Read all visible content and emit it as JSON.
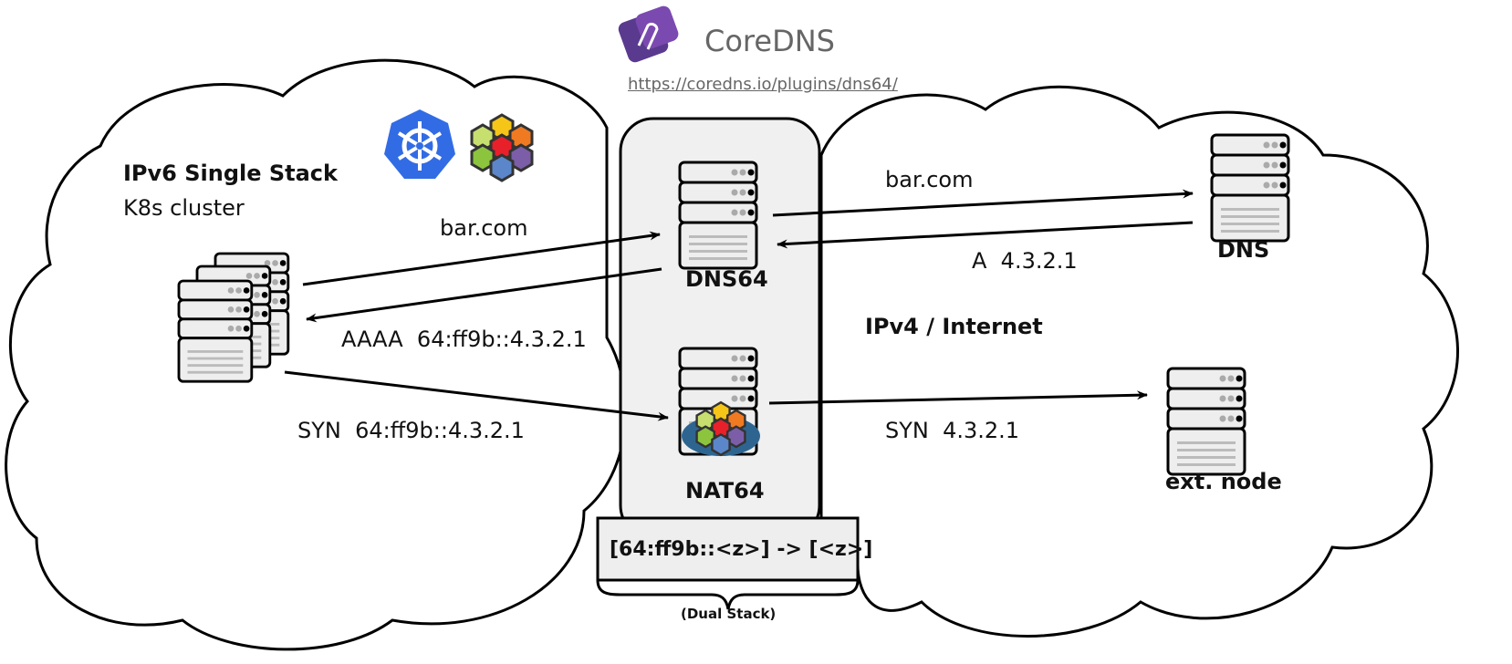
{
  "header": {
    "brand": "CoreDNS",
    "link": "https://coredns.io/plugins/dns64/"
  },
  "left_cloud": {
    "title": "IPv6 Single Stack",
    "subtitle": "K8s cluster",
    "icons": [
      "kubernetes-icon",
      "hex-cluster-icon"
    ]
  },
  "right_cloud": {
    "title": "IPv4 / Internet"
  },
  "center": {
    "dns64_label": "DNS64",
    "nat64_label": "NAT64",
    "mapping": "[64:ff9b::<z>] -> [<z>]",
    "dual_stack": "(Dual Stack)"
  },
  "nodes": {
    "dns_label": "DNS",
    "ext_node_label": "ext. node"
  },
  "arrows": {
    "query_left": "bar.com",
    "response_left": "AAAA  64:ff9b::4.3.2.1",
    "syn_left": "SYN  64:ff9b::4.3.2.1",
    "query_right": "bar.com",
    "response_right": "A  4.3.2.1",
    "syn_right": "SYN  4.3.2.1"
  }
}
